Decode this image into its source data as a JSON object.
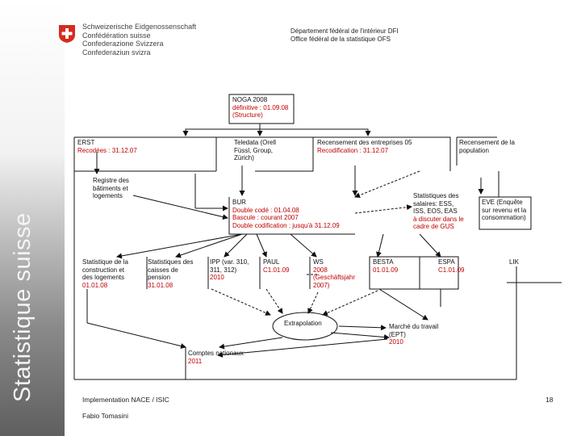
{
  "header": {
    "confederation_lines": [
      "Schweizerische Eidgenossenschaft",
      "Confédération suisse",
      "Confederazione Svizzera",
      "Confederaziun svizra"
    ],
    "department": "Département fédéral de l'intérieur DFI",
    "office": "Office fédéral de la statistique OFS"
  },
  "sidebar": {
    "title": "Statistique suisse"
  },
  "diagram": {
    "noga": {
      "lines": [
        "NOGA 2008"
      ],
      "red": [
        "définitive : 01.09.08",
        "(Structure)"
      ]
    },
    "erst": {
      "lines": [
        "ERST"
      ],
      "red": [
        "Recodées : 31.12.07"
      ]
    },
    "teledata": {
      "lines": [
        "Teledata (Orell",
        "Füssl, Group,",
        "Zürich)"
      ],
      "red": []
    },
    "recensement_entreprises": {
      "lines": [
        "Recensement des entreprises 05"
      ],
      "red": [
        "Recodification : 31.12.07"
      ]
    },
    "recensement_population": {
      "lines": [
        "Recensement de la",
        "population"
      ],
      "red": []
    },
    "registre_batiments": {
      "lines": [
        "Registre des",
        "bâtiments et",
        "logements"
      ],
      "red": []
    },
    "bur": {
      "lines": [
        "BUR"
      ],
      "red": [
        "Double codé : 01.04.08",
        "Bascule : courant 2007",
        "Double codification : jusqu'à 31.12.09"
      ]
    },
    "statistiques_salaires": {
      "lines": [
        "Statistiques des",
        "salaires: ESS,",
        "ISS, EOS, EAS"
      ],
      "red": [
        "à discuter dans le",
        "cadre de GUS"
      ]
    },
    "eve": {
      "lines": [
        "EVE (Enquête",
        "sur revenu et la",
        "consommation)"
      ],
      "red": []
    },
    "statistique_construction": {
      "lines": [
        "Statistique de la",
        "construction et",
        "des logements"
      ],
      "red": [
        "01.01.08"
      ]
    },
    "caisses_pension": {
      "lines": [
        "Statistiques des",
        "caisses de",
        "pension"
      ],
      "red": [
        "31.01.08"
      ]
    },
    "ipp": {
      "lines": [
        "IPP (var. 310,",
        "311, 312)"
      ],
      "red": [
        "2010"
      ]
    },
    "paul": {
      "lines": [
        "PAUL"
      ],
      "red": [
        "C1.01.09"
      ]
    },
    "ws": {
      "lines": [
        "WS"
      ],
      "red": [
        "2008",
        "(Geschäftsjahr",
        "2007)"
      ]
    },
    "besta": {
      "lines": [
        "BESTA"
      ],
      "red": [
        "01.01.09"
      ]
    },
    "espa": {
      "lines": [
        "ESPA"
      ],
      "red": [
        "C1.01.09"
      ]
    },
    "lik": {
      "lines": [
        "LIK"
      ],
      "red": []
    },
    "extrapolation": {
      "lines": [
        "Extrapolation"
      ],
      "red": []
    },
    "marche_travail": {
      "lines": [
        "Marché du travail",
        "(EPT)"
      ],
      "red": [
        "2010"
      ]
    },
    "comptes_nationaux": {
      "lines": [
        "Comptes nationaux"
      ],
      "red": [
        "2011"
      ]
    }
  },
  "footer": {
    "title": "Implementation NACE / ISIC",
    "page": "18",
    "author": "Fabio Tomasini"
  }
}
